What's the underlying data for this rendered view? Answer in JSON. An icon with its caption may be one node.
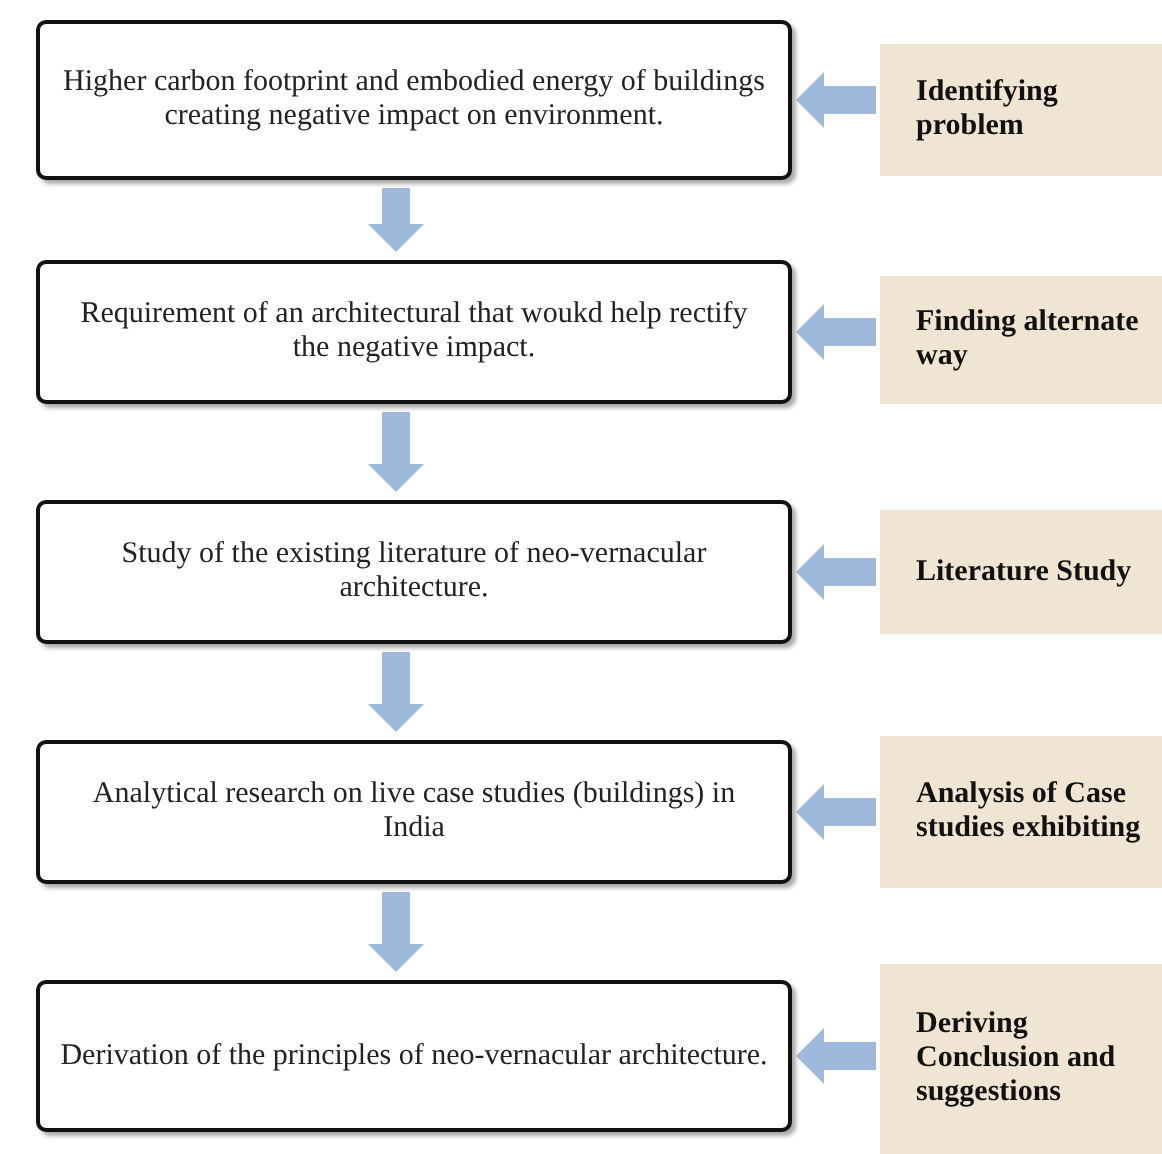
{
  "diagram": {
    "nodes": [
      {
        "text": [
          "Higher carbon footprint and embodied energy of buildings creating negative impact on environment."
        ]
      },
      {
        "text": [
          "Identifying problem"
        ]
      },
      {
        "text": [
          "Requirement of an architectural that woukd help rectify the negative impact."
        ]
      },
      {
        "text": [
          "Finding alternate way"
        ]
      },
      {
        "text": [
          "Study of the existing literature of neo-vernacular architecture."
        ]
      },
      {
        "text": [
          "Literature Study"
        ]
      },
      {
        "text": [
          "Analytical research on live case studies (buildings) in India"
        ]
      },
      {
        "text": [
          "Analysis of Case studies exhibiting"
        ]
      },
      {
        "text": [
          "Derivation of the principles of neo-vernacular architecture."
        ]
      },
      {
        "text": [
          "Deriving Conclusion and suggestions"
        ]
      }
    ],
    "edges": [
      {
        "from": 1,
        "to": 0,
        "arrow": "to"
      },
      {
        "from": 0,
        "to": 2,
        "arrow": "to"
      },
      {
        "from": 3,
        "to": 2,
        "arrow": "to"
      },
      {
        "from": 2,
        "to": 4,
        "arrow": "to"
      },
      {
        "from": 5,
        "to": 4,
        "arrow": "to"
      },
      {
        "from": 4,
        "to": 6,
        "arrow": "to"
      },
      {
        "from": 7,
        "to": 6,
        "arrow": "to"
      },
      {
        "from": 6,
        "to": 8,
        "arrow": "to"
      },
      {
        "from": 9,
        "to": 8,
        "arrow": "to"
      }
    ]
  }
}
